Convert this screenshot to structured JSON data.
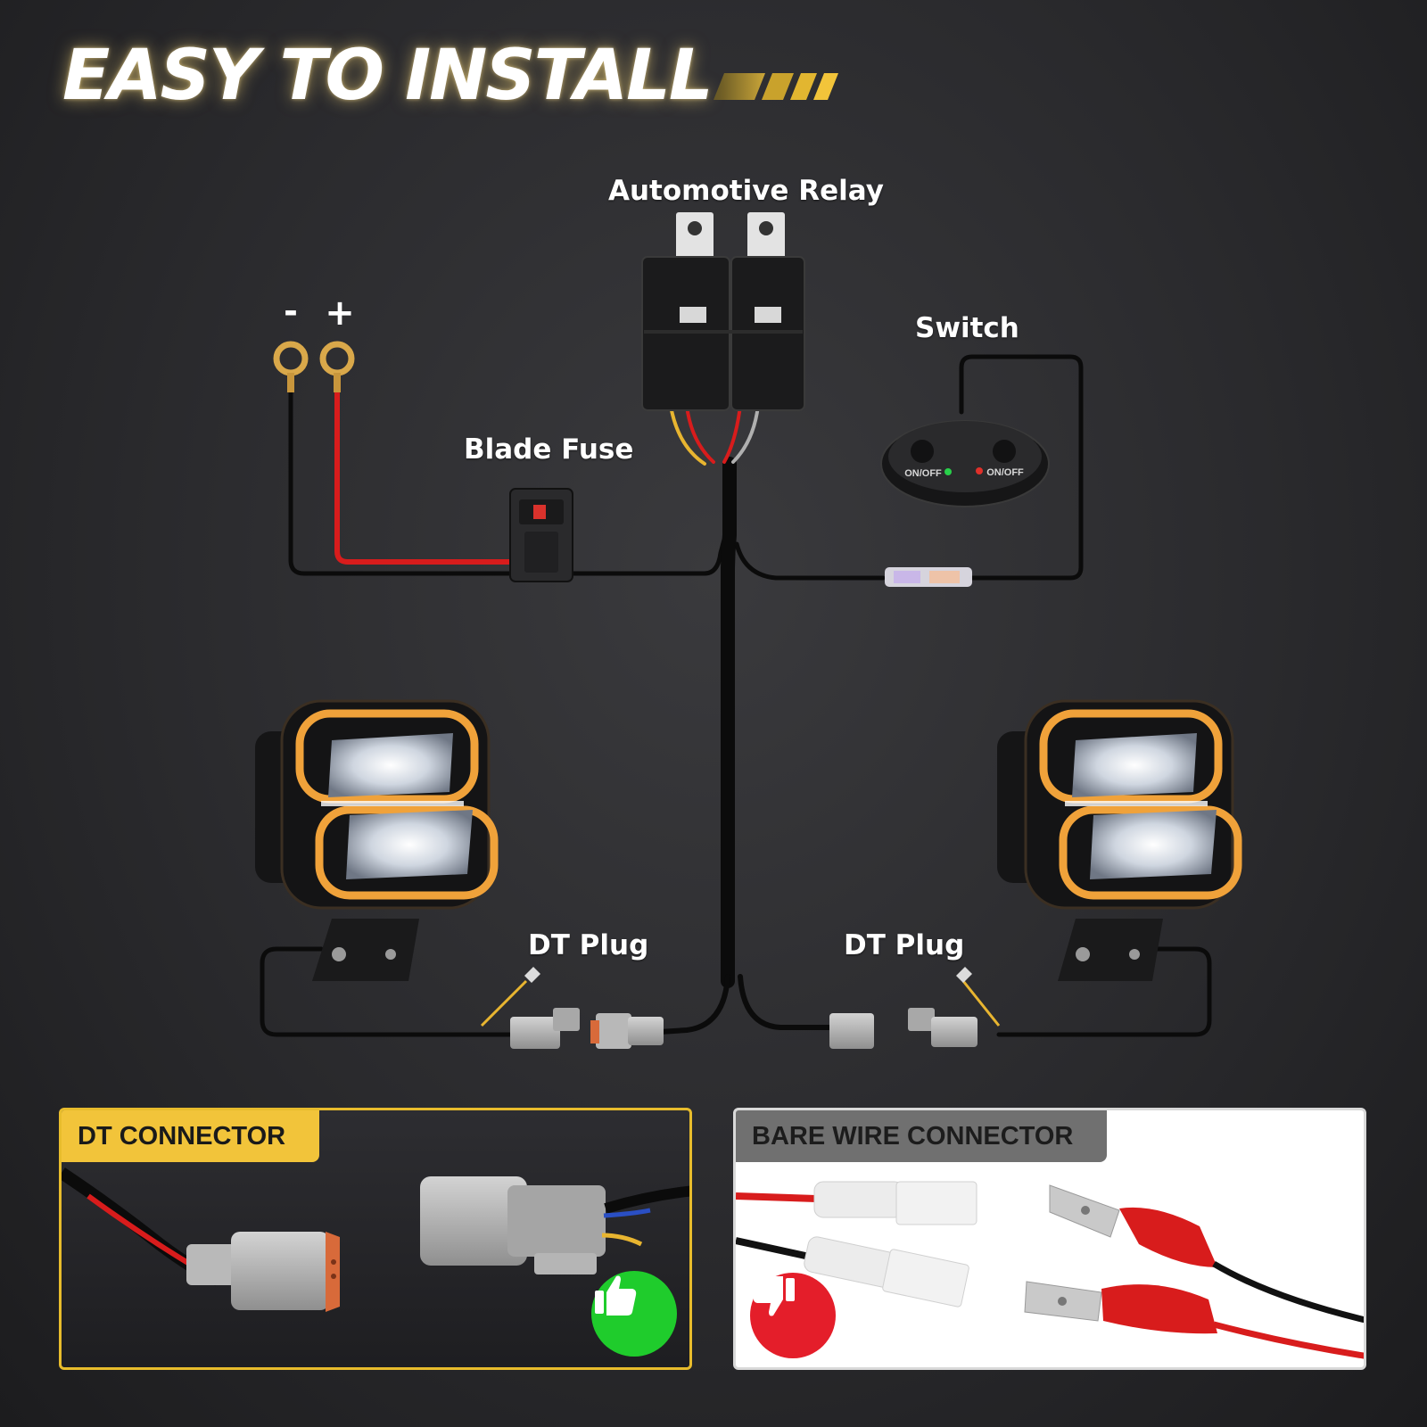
{
  "headline": "EASY TO INSTALL",
  "labels": {
    "relay": "Automotive Relay",
    "switch": "Switch",
    "fuse": "Blade Fuse",
    "dt_left": "DT Plug",
    "dt_right": "DT Plug"
  },
  "battery": {
    "minus": "-",
    "plus": "+"
  },
  "switch_buttons": {
    "left": "ON/OFF",
    "right": "ON/OFF"
  },
  "comparison": {
    "good": {
      "title": "DT CONNECTOR",
      "badge_icon": "thumbs-up-icon"
    },
    "bad": {
      "title": "BARE WIRE CONNECTOR",
      "badge_icon": "thumbs-down-icon"
    }
  },
  "colors": {
    "accent": "#f2c43a",
    "good": "#1fcc2c",
    "bad": "#e41e2a",
    "wire_red": "#d81c1c",
    "halo": "#f0a23a"
  }
}
